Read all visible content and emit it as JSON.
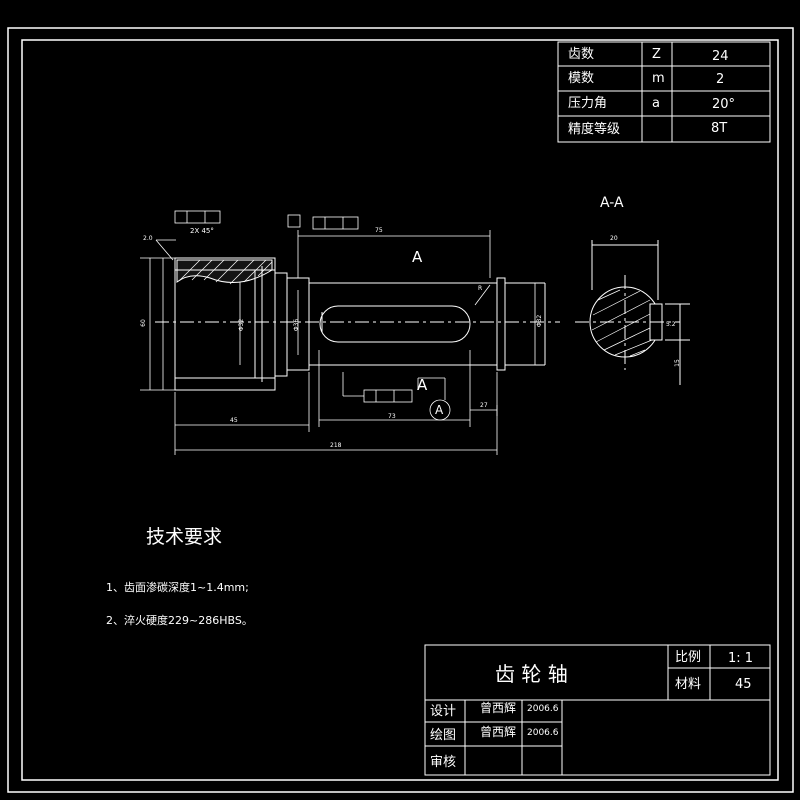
{
  "params_table": {
    "rows": [
      {
        "name": "齿数",
        "symbol": "Z",
        "value": "24"
      },
      {
        "name": "模数",
        "symbol": "m",
        "value": "2"
      },
      {
        "name": "压力角",
        "symbol": "a",
        "value": "20°"
      },
      {
        "name": "精度等级",
        "symbol": "",
        "value": "8T"
      }
    ]
  },
  "drawing": {
    "section_title": "A-A",
    "section_mark_1": "A",
    "section_mark_2": "A",
    "circle_mark": "A",
    "chamfer": "2X 45°",
    "dims": {
      "overall": "218",
      "seg_left": "45",
      "keyway_len": "73",
      "seg_right": "27",
      "top_len": "75",
      "left_dia": "60",
      "key_width": "20",
      "radius": "R",
      "dia_mid": "Φ32",
      "dia_b": "Φ36",
      "dia_right": "Φ32",
      "chamfer_small": "2.0",
      "sec_width": "20",
      "sec_depth": "5.2",
      "sec_vert": "15"
    }
  },
  "requirements": {
    "title": "技术要求",
    "items": [
      "1、齿面渗碳深度1~1.4mm;",
      "2、淬火硬度229~286HBS。"
    ]
  },
  "title_block": {
    "name": "齿 轮 轴",
    "scale_label": "比例",
    "scale_value": "1: 1",
    "material_label": "材料",
    "material_value": "45",
    "design_label": "设计",
    "draw_label": "绘图",
    "review_label": "审核",
    "designer": "曾西辉",
    "drafter": "曾西辉",
    "design_date": "2006.6",
    "draw_date": "2006.6"
  }
}
